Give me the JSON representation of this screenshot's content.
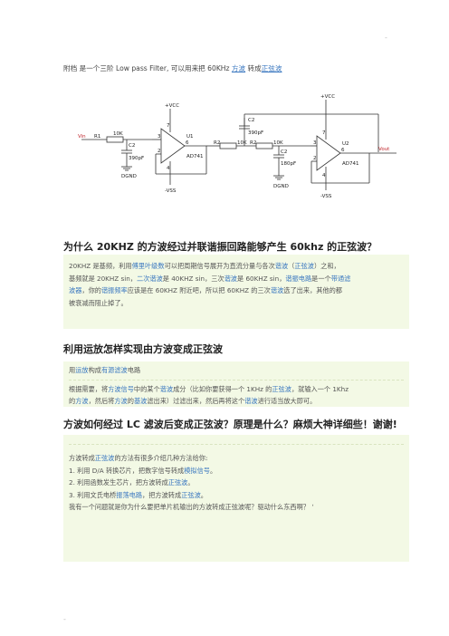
{
  "intro": {
    "prefix": "附档 是一个三阶 Low pass Filter, 可以用来把 60KHz ",
    "link1": "方波",
    "mid": " 转成",
    "link2": "正弦波"
  },
  "circuit": {
    "vin": "Vin",
    "r1": "R1",
    "r1_val": "10K",
    "c2a": "C2",
    "c2a_val": "390pF",
    "dgnd1": "DGND",
    "vcc1": "+VCC",
    "vss1": "-VSS",
    "u1": "U1",
    "u1_part": "AD741",
    "r2a": "R2",
    "r2a_val": "10K",
    "r2b": "R2",
    "r2b_val": "10K",
    "c2b": "C2",
    "c2b_val": "390pF",
    "c2c": "C2",
    "c2c_val": "180pF",
    "dgnd2": "DGND",
    "vcc2": "+VCC",
    "vss2": "-VSS",
    "u2": "U2",
    "u2_part": "AD741",
    "vout": "Vout",
    "pin2": "2",
    "pin3": "3",
    "pin6": "6",
    "pin7": "7",
    "pin4": "4"
  },
  "section1": {
    "title": "为什么 20KHZ 的方波经过并联谐振回路能够产生 60khz 的正弦波？",
    "l1a": "20KHZ 是基频，利用",
    "l1b": "傅里叶级数",
    "l1c": "可以把周期信号展开为直流分量与各次",
    "l1d": "谐波",
    "l1e": "（",
    "l1f": "正弦波",
    "l1g": "）之和，",
    "l2a": "基频就是 20KHZ sin，",
    "l2b": "二次谐波",
    "l2c": "是 40KHZ sin，三次",
    "l2d": "谐波",
    "l2e": "是 60KHZ sin，",
    "l2f": "谐振电路",
    "l2g": "是一个",
    "l2h": "带通滤",
    "l3a": "波器",
    "l3b": "，你的",
    "l3c": "谐振频率",
    "l3d": "应该是在 60KHZ 附近吧，所以把 60KHZ 的三次",
    "l3e": "谐波",
    "l3f": "选了出来，其他的都",
    "l4": "被衰减而阻止掉了。"
  },
  "section2": {
    "title": "利用运放怎样实现由方波变成正弦波",
    "l1a": "用",
    "l1b": "运放",
    "l1c": "构成",
    "l1d": "有源滤波",
    "l1e": "电路",
    "l2a": "根据需要，将",
    "l2b": "方波信号",
    "l2c": "中的某个",
    "l2d": "谐波",
    "l2e": "成分（比如你要获得一个 1KHz 的",
    "l2f": "正弦波",
    "l2g": "，就输入一个 1Khz",
    "l3a": "的",
    "l3b": "方波",
    "l3c": "，然后将",
    "l3d": "方波",
    "l3e": "的",
    "l3f": "基波",
    "l3g": "滤出来）过滤出来，然后再将这个",
    "l3h": "谐波",
    "l3i": "进行适当放大即可。"
  },
  "section3": {
    "title": "方波如何经过 LC 滤波后变成正弦波？原理是什么？麻烦大神详细些！谢谢!",
    "l1a": "方波转成",
    "l1b": "正弦波",
    "l1c": "的方法有很多介绍几种方法给你:",
    "l2a": "1. 利用 D/A 转换芯片，把数字信号转成",
    "l2b": "模拟信号",
    "l2c": "。",
    "l3a": "2. 利用函数发生芯片，把方波转成",
    "l3b": "正弦波",
    "l3c": "。",
    "l4a": "3. 利用文氏电桥",
    "l4b": "振荡电路",
    "l4c": "，把方波转成",
    "l4d": "正弦波",
    "l4e": "。",
    "l5": "我有一个问题就是你为什么要把单片机输出的方波转成正弦波呢？驱动什么东西啊？ ‘"
  },
  "marks": {
    "top_right": "-",
    "bottom_left": "-"
  }
}
